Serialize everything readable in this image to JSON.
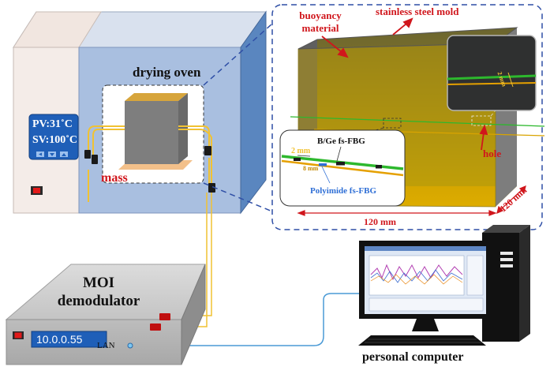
{
  "labels": {
    "drying_oven": "drying oven",
    "pv": "PV:31˚C",
    "sv": "SV:100˚C",
    "mass": "mass",
    "buoyancy_line1": "buoyancy",
    "buoyancy_line2": "material",
    "stainless_mold": "stainless steel mold",
    "two_mm_top": "2 mm",
    "hole": "hole",
    "bge_fbg": "B/Ge fs-FBG",
    "two_mm_inset": "2 mm",
    "eight_mm": "8 mm",
    "polyimide_fbg": "Polyimide fs-FBG",
    "dim_120_bottom": "120 mm",
    "dim_120_side": "120 mm",
    "moi_line1": "MOI",
    "moi_line2": "demodulator",
    "ip": "10.0.0.55",
    "lan": "LAN",
    "personal_computer": "personal computer"
  },
  "colors": {
    "oven_front": "#a9bfe0",
    "oven_side": "#5a86bf",
    "oven_panel": "#f4ece8",
    "dashed_blue": "#2f4fa6",
    "fiber_yellow": "#f1c232",
    "red_text": "#d0161c",
    "green_fiber": "#2db82d",
    "mold_yellow": "#c8a400",
    "display_blue": "#1f5fb8"
  },
  "icons": {
    "power_switch": "power-switch-icon",
    "arrow_buttons": "arrow-button-icons"
  }
}
